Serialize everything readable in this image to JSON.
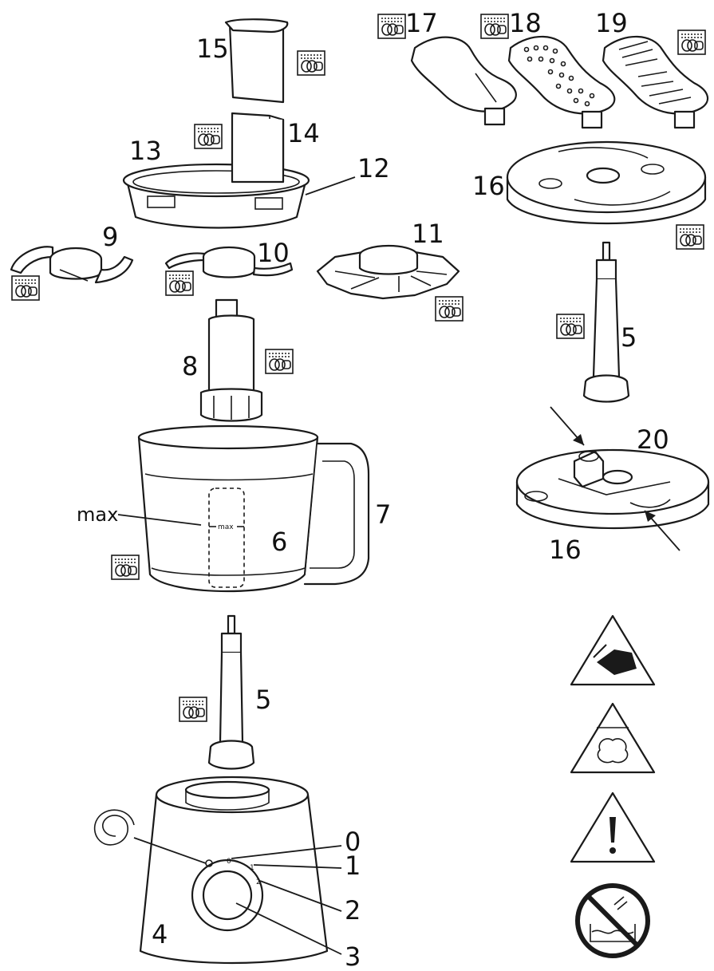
{
  "labels": {
    "n0": "0",
    "n1": "1",
    "n2": "2",
    "n3": "3",
    "n4": "4",
    "n5a": "5",
    "n5b": "5",
    "n6": "6",
    "n7": "7",
    "n8": "8",
    "n9": "9",
    "n10": "10",
    "n11": "11",
    "n12": "12",
    "n13": "13",
    "n14": "14",
    "n15": "15",
    "n16a": "16",
    "n16b": "16",
    "n17": "17",
    "n18": "18",
    "n19": "19",
    "n20": "20"
  },
  "max_label": "max",
  "bowl_inner_max": "max",
  "dial_marks": [
    "0",
    "1",
    "2"
  ],
  "icons": {
    "dishwasher": "dishwasher-safe-icon",
    "warn_blade": "cut-hazard-warning-icon",
    "warn_steam": "hot-steam-warning-icon",
    "warn_general": "general-caution-icon",
    "no_immerse": "do-not-immerse-icon"
  }
}
